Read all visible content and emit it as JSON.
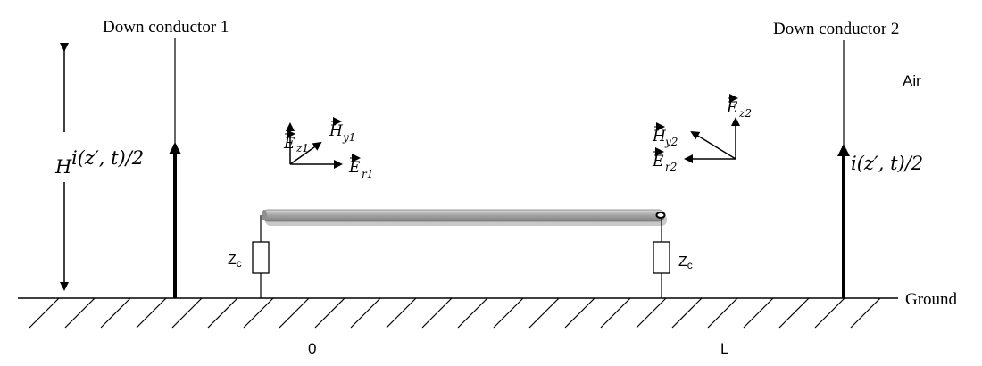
{
  "labels": {
    "down_conductor_1": "Down conductor 1",
    "down_conductor_2": "Down conductor 2",
    "air": "Air",
    "ground": "Ground",
    "height": "H",
    "current_left": "i(z′, t)/2",
    "current_right": "i(z′, t)/2",
    "impedance_left": "Z",
    "impedance_left_sub": "c",
    "impedance_right": "Z",
    "impedance_right_sub": "c",
    "position_start": "0",
    "position_end": "L"
  },
  "field_vectors_1": {
    "ez": {
      "base": "E",
      "sub": "z1"
    },
    "hy": {
      "base": "H",
      "sub": "y1"
    },
    "er": {
      "base": "E",
      "sub": "r1"
    }
  },
  "field_vectors_2": {
    "ez": {
      "base": "E",
      "sub": "z2"
    },
    "hy": {
      "base": "H",
      "sub": "y2"
    },
    "er": {
      "base": "E",
      "sub": "r2"
    }
  },
  "colors": {
    "line": "#000000",
    "cable_body": "#a6a6a6",
    "cable_shadow": "#8c8c8c",
    "cable_highlight": "#d9d9d9"
  }
}
